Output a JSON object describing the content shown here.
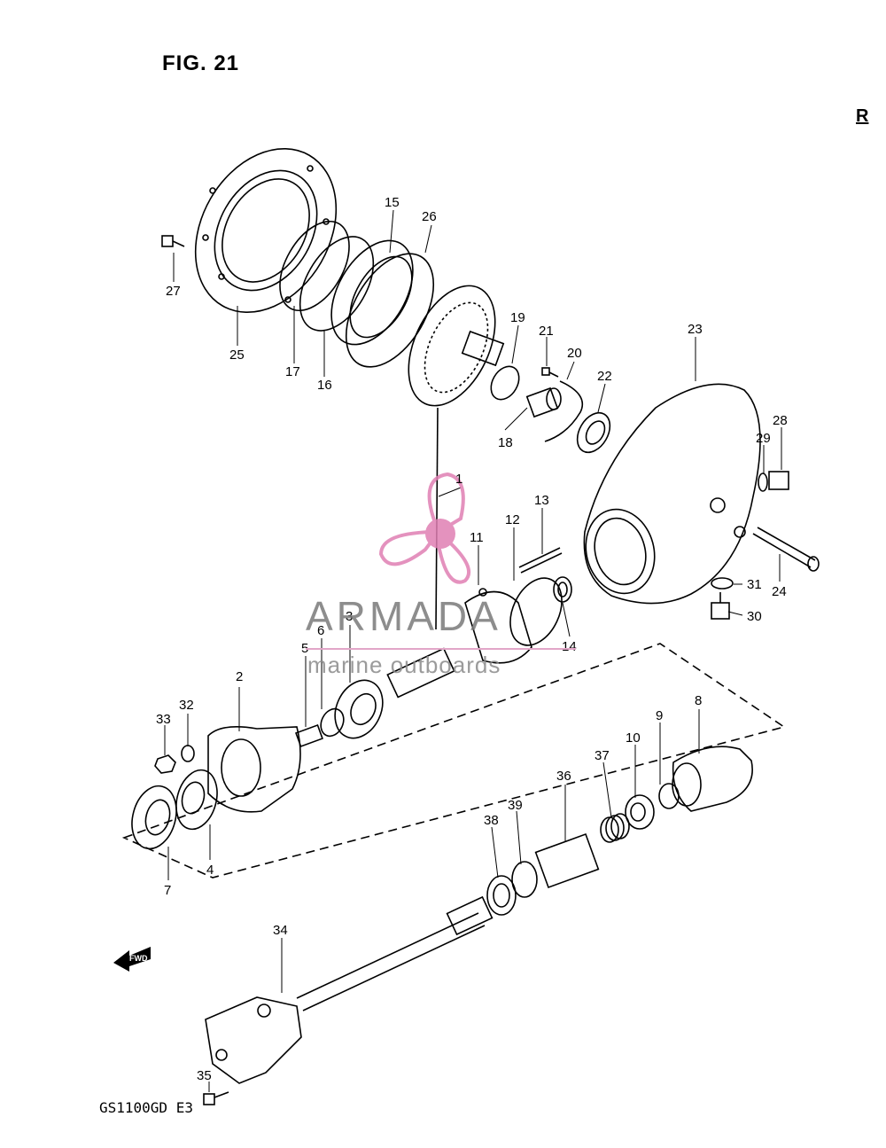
{
  "figure": {
    "title": "FIG. 21",
    "region_mark": "R",
    "model_code": "GS1100GD E3",
    "direction_arrow": "FWD"
  },
  "watermark": {
    "brand": "ARMADA",
    "tagline": "marine outboards",
    "logo_icon": "propeller-icon",
    "logo_color": "#e07fb3"
  },
  "part_numbers": [
    "1",
    "2",
    "3",
    "4",
    "5",
    "6",
    "7",
    "8",
    "9",
    "10",
    "11",
    "12",
    "13",
    "14",
    "15",
    "16",
    "17",
    "18",
    "19",
    "20",
    "21",
    "22",
    "23",
    "24",
    "25",
    "26",
    "27",
    "28",
    "29",
    "30",
    "31",
    "32",
    "33",
    "34",
    "35",
    "36",
    "37",
    "38",
    "39"
  ]
}
